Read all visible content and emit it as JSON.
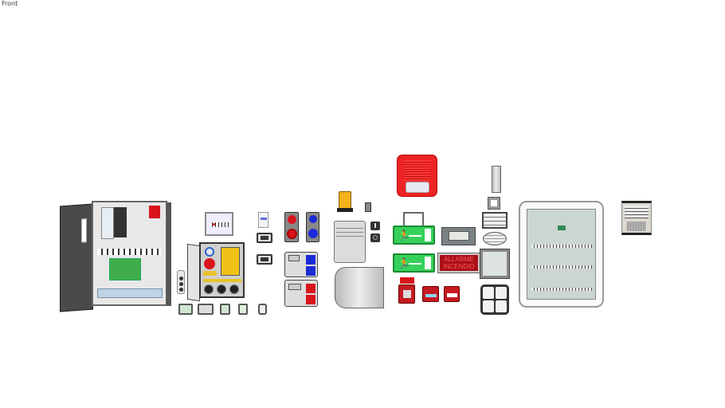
{
  "viewport": {
    "view_label": "Front",
    "background": "#ffffff"
  },
  "scene": {
    "objects": [
      {
        "id": "elevator-control-cabinet",
        "name": "Elevator control cabinet (open door)"
      },
      {
        "id": "small-distribution-box",
        "name": "Small distribution box"
      },
      {
        "id": "wall-thermostat",
        "name": "Wall thermostat"
      },
      {
        "id": "wall-switch-plate-1",
        "name": "Switch plate"
      },
      {
        "id": "wall-switch-plate-2",
        "name": "Switch plate"
      },
      {
        "id": "industrial-socket-panel",
        "name": "Industrial socket panel (open)"
      },
      {
        "id": "pendant-control",
        "name": "Pendant push-button control"
      },
      {
        "id": "small-outlets",
        "name": "Small outlet boxes",
        "count": 5
      },
      {
        "id": "red-socket-column",
        "name": "Red CEE socket column"
      },
      {
        "id": "blue-socket-column",
        "name": "Blue CEE socket column"
      },
      {
        "id": "blue-socket-box",
        "name": "Socket box with blue CEE outlets"
      },
      {
        "id": "red-socket-box",
        "name": "Socket box with red CEE outlets"
      },
      {
        "id": "flashing-beacon",
        "name": "Yellow flashing beacon"
      },
      {
        "id": "gate-photocell",
        "name": "Photocell"
      },
      {
        "id": "key-switch",
        "name": "Key switch"
      },
      {
        "id": "round-button",
        "name": "Round push button"
      },
      {
        "id": "gate-motor-unit",
        "name": "Gate motor control unit"
      },
      {
        "id": "gate-motor-cover",
        "name": "Gate motor cover"
      },
      {
        "id": "fire-siren",
        "name": "Fire alarm siren with strobe"
      },
      {
        "id": "exit-sign-hanging",
        "name": "Hanging emergency exit sign"
      },
      {
        "id": "exit-sign-wall",
        "name": "Wall emergency exit sign"
      },
      {
        "id": "fire-control-panel",
        "name": "Fire alarm control panel"
      },
      {
        "id": "fire-alarm-sign",
        "name": "Fire alarm sign",
        "text": [
          "ALLARME",
          "INCENDIO"
        ]
      },
      {
        "id": "call-points",
        "name": "Manual call points",
        "count": 3
      },
      {
        "id": "wall-light-cylinder",
        "name": "Cylinder wall light"
      },
      {
        "id": "square-wall-light",
        "name": "Square wall light"
      },
      {
        "id": "grille-wall-light",
        "name": "Grille bulkhead light"
      },
      {
        "id": "oval-bulkhead-light",
        "name": "Oval bulkhead light"
      },
      {
        "id": "square-ceiling-light",
        "name": "Square ceiling light"
      },
      {
        "id": "four-pane-light",
        "name": "Four-pane light"
      },
      {
        "id": "main-distribution-board",
        "name": "Main distribution board"
      },
      {
        "id": "intercom-panel",
        "name": "Door intercom panel"
      }
    ],
    "fire_alarm_sign_text": {
      "line1": "ALLARME",
      "line2": "INCENDIO"
    },
    "colors": {
      "alarm_red": "#d8141c",
      "exit_green": "#35d15a",
      "socket_blue": "#1a2bd6",
      "beacon_yellow": "#f2b21c",
      "panel_grey": "#d9dcdc",
      "door_dark": "#4a4a4a"
    }
  }
}
